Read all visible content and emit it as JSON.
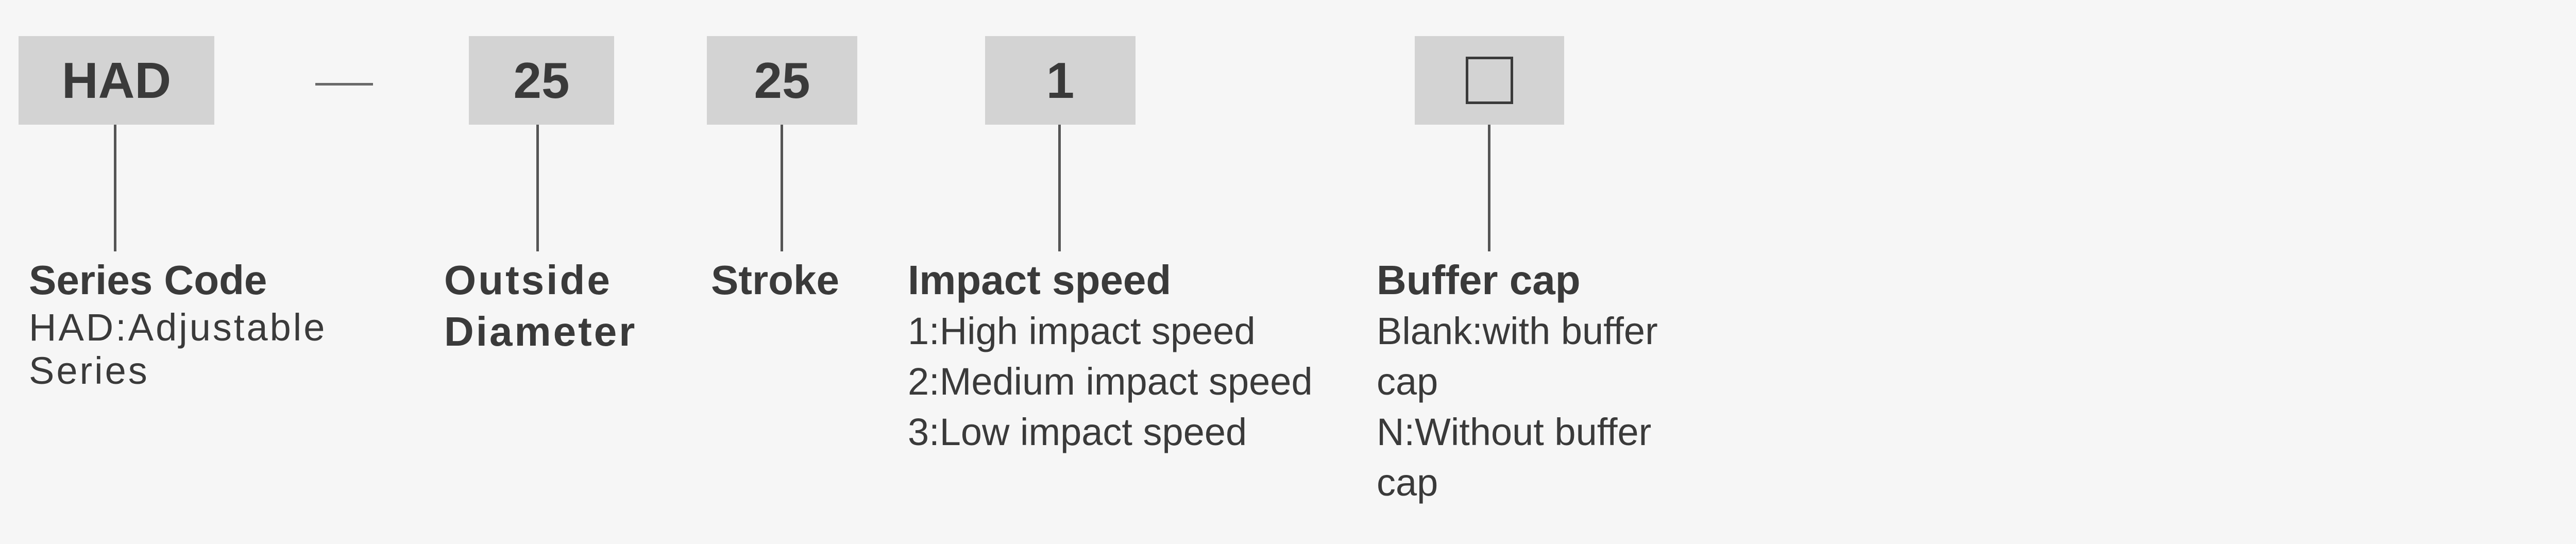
{
  "codes": {
    "series": "HAD",
    "separator": "—",
    "diameter": "25",
    "stroke": "25",
    "impact": "1",
    "buffer_symbol": "□"
  },
  "fields": {
    "series": {
      "heading": "Series Code",
      "lines": [
        "HAD:Adjustable",
        "Series"
      ]
    },
    "diameter": {
      "heading_lines": [
        "Outside",
        "Diameter"
      ]
    },
    "stroke": {
      "heading": "Stroke"
    },
    "impact": {
      "heading": "Impact speed",
      "lines": [
        "1:High impact speed",
        "2:Medium impact speed",
        "3:Low impact speed"
      ]
    },
    "buffer": {
      "heading": "Buffer cap",
      "lines": [
        "Blank:with buffer",
        "cap",
        "N:Without buffer",
        "cap"
      ]
    }
  },
  "colors": {
    "box": "#d3d3d3",
    "text": "#3a3a3a",
    "background": "#f6f6f6"
  }
}
